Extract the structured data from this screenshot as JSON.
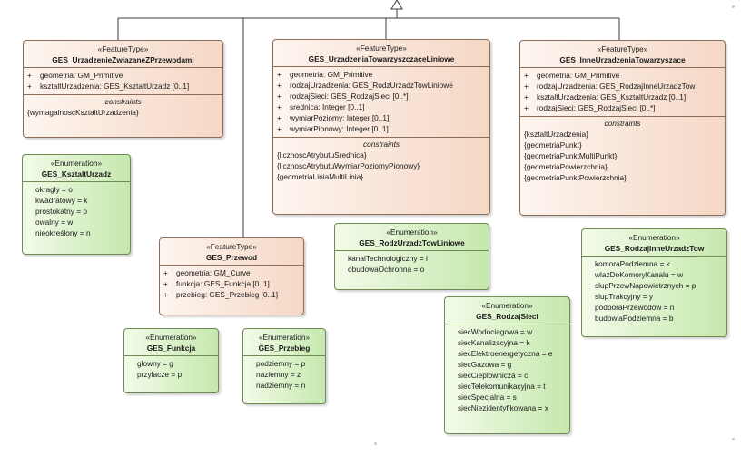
{
  "classes": [
    {
      "stereotype": "«FeatureType»",
      "name": "GES_UrzadzenieZwiazaneZPrzewodami",
      "attributes": [
        {
          "vis": "+",
          "text": "geometria: GM_Primitive"
        },
        {
          "vis": "+",
          "text": "ksztaltUrzadzenia: GES_KsztaltUrzadz [0..1]"
        }
      ],
      "constraints_label": "constraints",
      "constraints": [
        "{wymagalnoscKsztaltUrzadzenia}"
      ]
    },
    {
      "stereotype": "«FeatureType»",
      "name": "GES_UrzadzeniaTowarzyszczaceLiniowe",
      "attributes": [
        {
          "vis": "+",
          "text": "geometria: GM_Primitive"
        },
        {
          "vis": "+",
          "text": "rodzajUrzadzenia: GES_RodzUrzadzTowLiniowe"
        },
        {
          "vis": "+",
          "text": "rodzajSieci: GES_RodzajSieci [0..*]"
        },
        {
          "vis": "+",
          "text": "srednica: Integer [0..1]"
        },
        {
          "vis": "+",
          "text": "wymiarPoziomy: Integer [0..1]"
        },
        {
          "vis": "+",
          "text": "wymiarPionowy: Integer [0..1]"
        }
      ],
      "constraints_label": "constraints",
      "constraints": [
        "{licznoscAtrybutuSrednica}",
        "{licznoscAtrybutuWymiarPoziomyPionowy}",
        "{geometriaLiniaMultiLinia}"
      ]
    },
    {
      "stereotype": "«FeatureType»",
      "name": "GES_InneUrzadzeniaTowarzyszace",
      "attributes": [
        {
          "vis": "+",
          "text": "geometria: GM_Primitive"
        },
        {
          "vis": "+",
          "text": "rodzajUrzadzenia: GES_RodzajInneUrzadzTow"
        },
        {
          "vis": "+",
          "text": "ksztaltUrzadzenia: GES_KsztaltUrzadz [0..1]"
        },
        {
          "vis": "+",
          "text": "rodzajSieci: GES_RodzajSieci [0..*]"
        }
      ],
      "constraints_label": "constraints",
      "constraints": [
        "{ksztaltUrzadzenia}",
        "{geometriaPunkt}",
        "{geometriaPunktMultiPunkt}",
        "{geometriaPowierzchnia}",
        "{geometriaPunktPowierzchnia}"
      ]
    },
    {
      "stereotype": "«FeatureType»",
      "name": "GES_Przewod",
      "attributes": [
        {
          "vis": "+",
          "text": "geometria: GM_Curve"
        },
        {
          "vis": "+",
          "text": "funkcja: GES_Funkcja [0..1]"
        },
        {
          "vis": "+",
          "text": "przebieg: GES_Przebieg [0..1]"
        }
      ]
    },
    {
      "stereotype": "«Enumeration»",
      "name": "GES_KsztaltUrzadz",
      "attributes": [
        {
          "text": "okragly = o"
        },
        {
          "text": "kwadratowy = k"
        },
        {
          "text": "prostokatny = p"
        },
        {
          "text": "owalny = w"
        },
        {
          "text": "nieokreślony = n"
        }
      ]
    },
    {
      "stereotype": "«Enumeration»",
      "name": "GES_RodzUrzadzTowLiniowe",
      "attributes": [
        {
          "text": "kanalTechnologiczny = l"
        },
        {
          "text": "obudowaOchronna = o"
        }
      ]
    },
    {
      "stereotype": "«Enumeration»",
      "name": "GES_RodzajInneUrzadzTow",
      "attributes": [
        {
          "text": "komoraPodziemna = k"
        },
        {
          "text": "wlazDoKomoryKanalu = w"
        },
        {
          "text": "slupPrzewNapowietrznych = p"
        },
        {
          "text": "slupTrakcyjny = y"
        },
        {
          "text": "podporaPrzewodow = n"
        },
        {
          "text": "budowlaPodziemna = b"
        }
      ]
    },
    {
      "stereotype": "«Enumeration»",
      "name": "GES_Funkcja",
      "attributes": [
        {
          "text": "glowny = g"
        },
        {
          "text": "przylacze = p"
        }
      ]
    },
    {
      "stereotype": "«Enumeration»",
      "name": "GES_Przebieg",
      "attributes": [
        {
          "text": "podziemny = p"
        },
        {
          "text": "naziemny = z"
        },
        {
          "text": "nadziemny = n"
        }
      ]
    },
    {
      "stereotype": "«Enumeration»",
      "name": "GES_RodzajSieci",
      "attributes": [
        {
          "text": "siecWodociagowa = w"
        },
        {
          "text": "siecKanalizacyjna = k"
        },
        {
          "text": "siecElektroenergetyczna = e"
        },
        {
          "text": "siecGazowa = g"
        },
        {
          "text": "siecCieplownicza = c"
        },
        {
          "text": "siecTelekomunikacyjna = t"
        },
        {
          "text": "siecSpecjalna = s"
        },
        {
          "text": "siecNiezidentyfikowana = x"
        }
      ]
    }
  ]
}
